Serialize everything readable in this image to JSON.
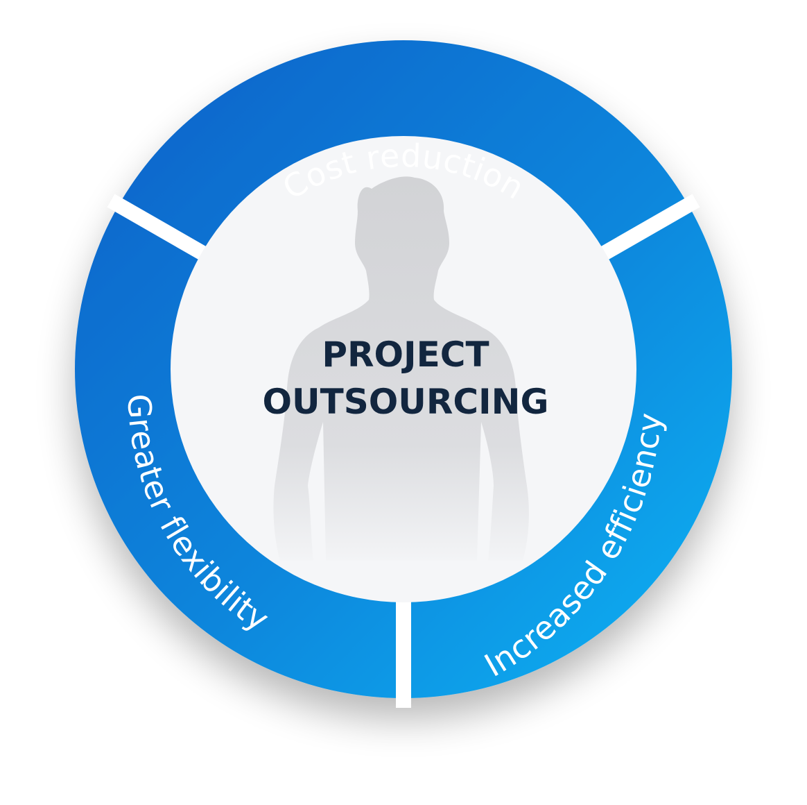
{
  "center": {
    "line1": "PROJECT",
    "line2": "OUTSOURCING"
  },
  "segments": [
    {
      "label": "Cost reduction"
    },
    {
      "label": "Increased efficiency"
    },
    {
      "label": "Greater flexibility"
    }
  ],
  "colors": {
    "ring_dark": "#0a67cc",
    "ring_light": "#0aaaf0",
    "center_fill": "#f5f6f8",
    "silhouette": "#d8d9dc",
    "title_text": "#12263f",
    "label_text": "#ffffff"
  },
  "icons": {
    "center": "person-silhouette-icon"
  }
}
